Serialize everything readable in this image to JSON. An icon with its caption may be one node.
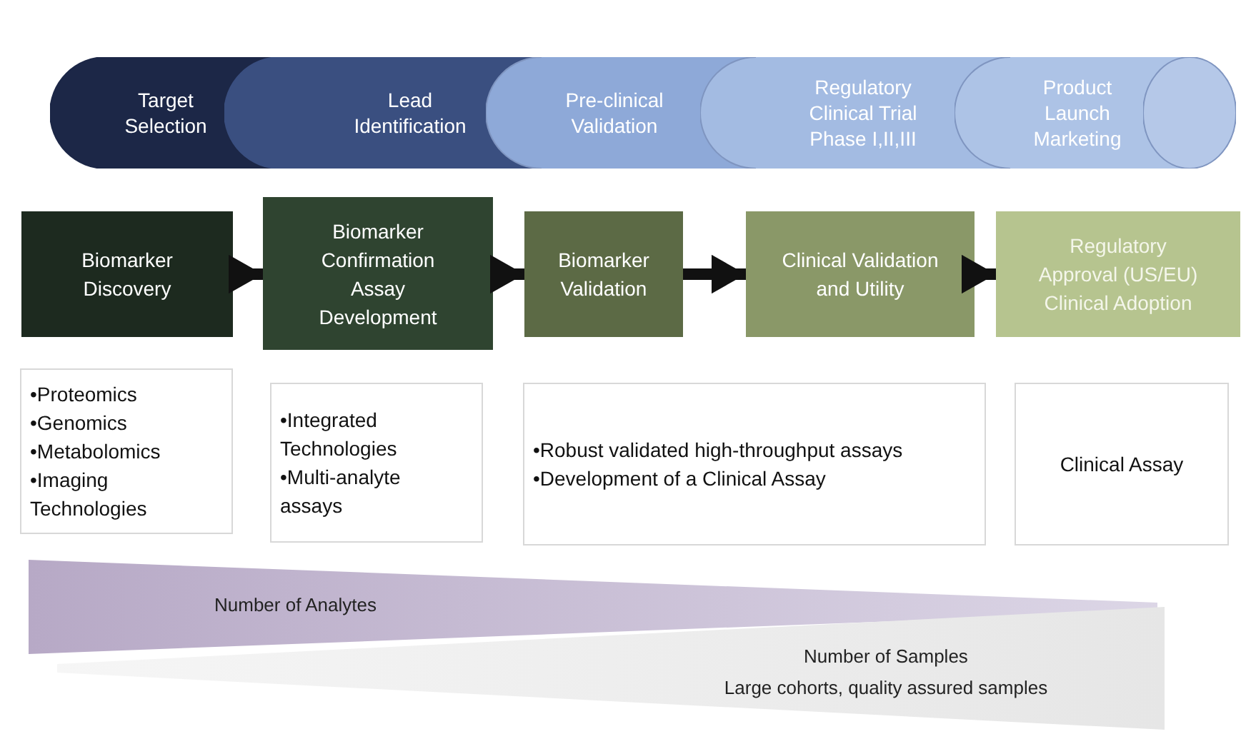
{
  "diagram": {
    "nodes": [
      {
        "text": [
          "Target Selection"
        ]
      },
      {
        "text": [
          "Lead Identification"
        ]
      },
      {
        "text": [
          "Pre-clinical Validation"
        ]
      },
      {
        "text": [
          "Regulatory Clinical Trial Phase I,II,III"
        ]
      },
      {
        "text": [
          "Product Launch Marketing"
        ]
      },
      {
        "text": [],
        "shape": "pill"
      },
      {
        "text": [
          "Biomarker Discovery"
        ]
      },
      {
        "text": [
          "Biomarker Confirmation Assay Development"
        ]
      },
      {
        "text": [
          "Biomarker Validation"
        ]
      },
      {
        "text": [
          "Clinical Validation and Utility"
        ]
      },
      {
        "text": [
          "Regulatory Approval (US/EU) Clinical Adoption"
        ]
      },
      {
        "text": [
          "•Proteomics •Genomics •Metabolomics •Imaging Technologies"
        ]
      },
      {
        "text": [
          "•Integrated Technologies •Multi-analyte assays"
        ]
      },
      {
        "text": [
          "•Robust validated high-throughput assays •Development of a Clinical Assay"
        ]
      },
      {
        "text": [
          "Clinical Assay"
        ]
      },
      {
        "text": [
          "Number of Analytes"
        ]
      },
      {
        "text": [
          "Number of Samples",
          "Large cohorts, quality assured samples"
        ]
      }
    ],
    "edges": [
      {
        "from": 6,
        "to": 7,
        "arrow": "to"
      },
      {
        "from": 7,
        "to": 8,
        "arrow": "to"
      },
      {
        "from": 8,
        "to": 9,
        "arrow": "to"
      },
      {
        "from": 9,
        "to": 10,
        "arrow": "to"
      }
    ]
  }
}
